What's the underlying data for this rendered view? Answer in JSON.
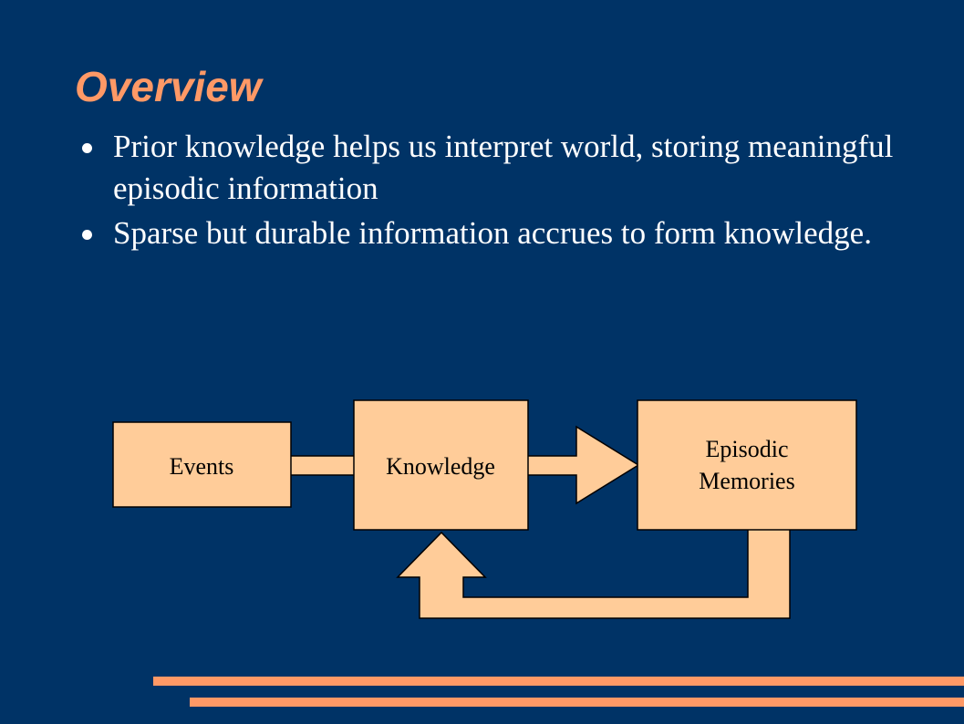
{
  "slide": {
    "title": "Overview",
    "bullets": [
      {
        "text": "Prior knowledge helps us interpret world, storing meaningful episodic information"
      },
      {
        "text": "Sparse but durable information accrues to form knowledge."
      }
    ]
  },
  "diagram": {
    "nodes": [
      {
        "id": "events",
        "label_lines": [
          "Events"
        ]
      },
      {
        "id": "knowledge",
        "label_lines": [
          "Knowledge"
        ]
      },
      {
        "id": "episodic",
        "label_lines": [
          "Episodic",
          "Memories"
        ]
      }
    ],
    "edges": [
      {
        "from": "events",
        "to": "knowledge",
        "style": "connector"
      },
      {
        "from": "knowledge",
        "to": "episodic",
        "style": "arrow"
      },
      {
        "from": "episodic",
        "to": "knowledge",
        "style": "feedback-arrow"
      }
    ]
  },
  "colors": {
    "background": "#003366",
    "title": "#ff9966",
    "text": "#ffffff",
    "shape_fill": "#ffcc99",
    "accent_bars": "#ff9966"
  }
}
